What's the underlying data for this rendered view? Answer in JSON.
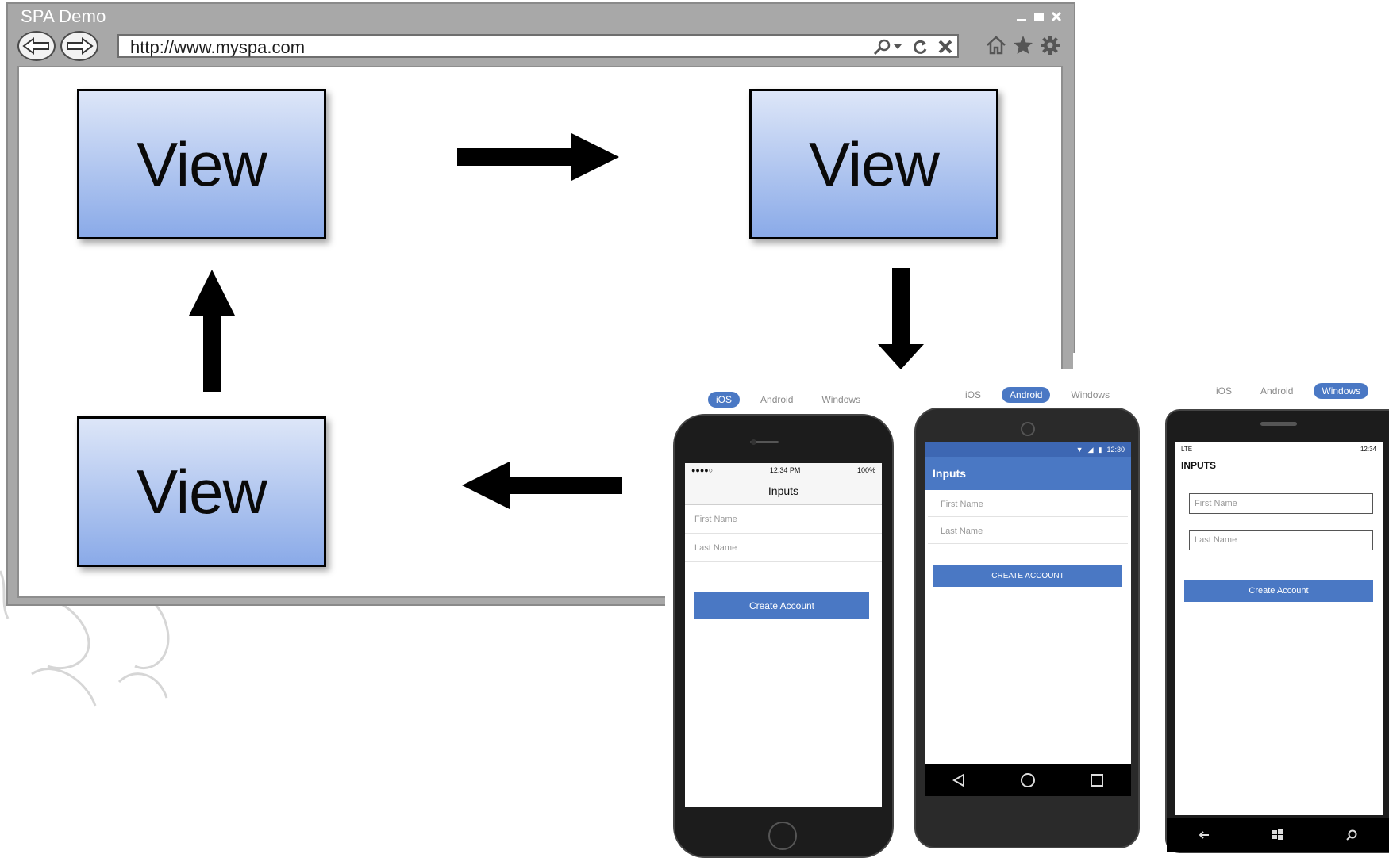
{
  "browser": {
    "title": "SPA Demo",
    "url": "http://www.myspa.com"
  },
  "diagram": {
    "views": [
      {
        "label": "View"
      },
      {
        "label": "View"
      },
      {
        "label": "View"
      }
    ]
  },
  "phones": {
    "tabs": [
      "iOS",
      "Android",
      "Windows"
    ],
    "ios": {
      "active_tab": "iOS",
      "time": "12:34 PM",
      "battery": "100%",
      "carrier": "●●●●○",
      "title": "Inputs",
      "first_placeholder": "First Name",
      "last_placeholder": "Last Name",
      "button": "Create Account"
    },
    "android": {
      "active_tab": "Android",
      "time": "12:30",
      "title": "Inputs",
      "first_placeholder": "First Name",
      "last_placeholder": "Last Name",
      "button": "CREATE ACCOUNT"
    },
    "windows": {
      "active_tab": "Windows",
      "network": "LTE",
      "time": "12:34",
      "title": "INPUTS",
      "first_placeholder": "First Name",
      "last_placeholder": "Last Name",
      "button": "Create Account"
    }
  },
  "colors": {
    "accent": "#4a78c4",
    "view_top": "#dde6f8",
    "view_bottom": "#8aaae8"
  }
}
